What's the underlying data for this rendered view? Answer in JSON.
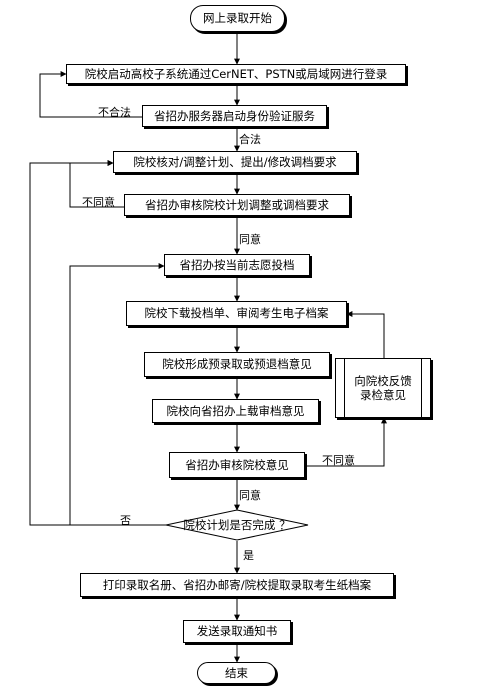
{
  "nodes": {
    "start": "网上录取开始",
    "login": "院校启动高校子系统通过CerNET、PSTN或局域网进行登录",
    "auth": "省招办服务器启动身份验证服务",
    "check_plan": "院校核对/调整计划、提出/修改调档要求",
    "review_plan": "省招办审核院校计划调整或调档要求",
    "dispatch": "省招办按当前志愿投档",
    "download": "院校下载投档单、审阅考生电子档案",
    "form_opinion": "院校形成预录取或预退档意见",
    "upload_opinion": "院校向省招办上载审档意见",
    "review_opinion": "省招办审核院校意见",
    "feedback": "向院校反馈录检意见",
    "decision": "院校计划是否完成 ？",
    "print": "打印录取名册、省招办邮寄/院校提取录取考生纸档案",
    "notify": "发送录取通知书",
    "end": "结束"
  },
  "edge_labels": {
    "illegal": "不合法",
    "legal": "合法",
    "disagree_1": "不同意",
    "agree_1": "同意",
    "disagree_2": "不同意",
    "agree_2": "同意",
    "no": "否",
    "yes": "是"
  }
}
